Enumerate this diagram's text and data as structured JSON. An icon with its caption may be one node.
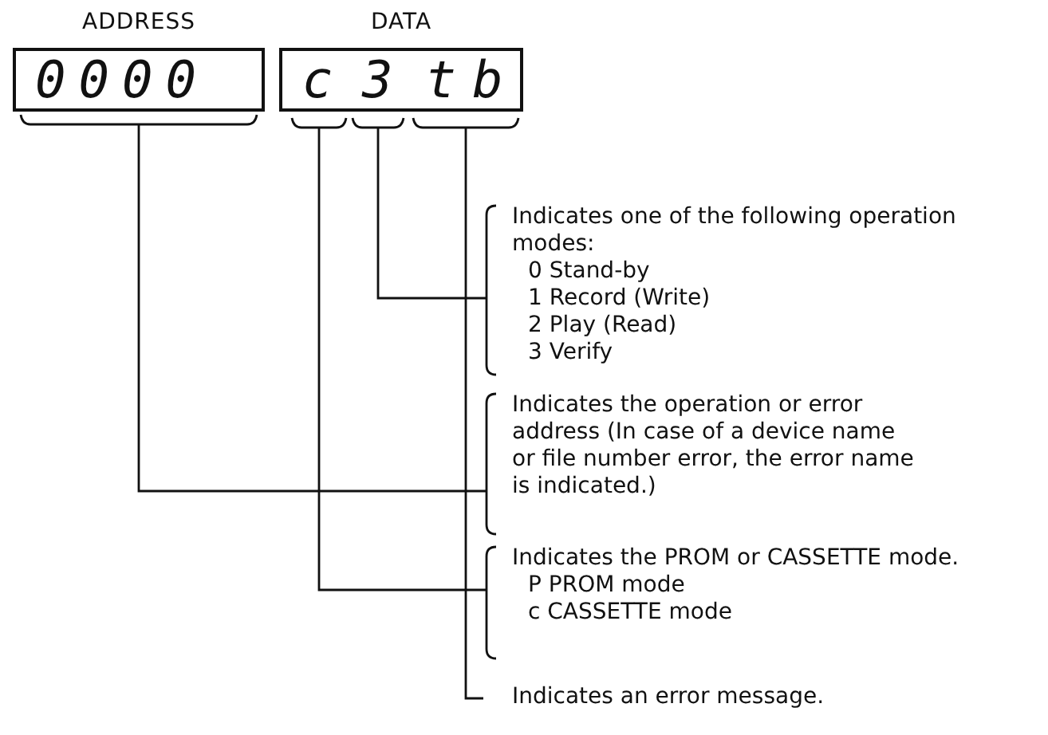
{
  "diagram": {
    "nodes": [
      {
        "text": [
          "ADDRESS",
          "0000"
        ]
      },
      {
        "text": [
          "DATA"
        ]
      },
      {
        "text": [
          "c"
        ],
        "in": 1
      },
      {
        "text": [
          "3"
        ],
        "in": 1
      },
      {
        "text": [
          "tb"
        ],
        "in": 1
      },
      {
        "text": [
          "Indicates one of the following operation modes:",
          "0 Stand-by",
          "1 Record (Write)",
          "2 Play (Read)",
          "3 Verify"
        ]
      },
      {
        "text": [
          "Indicates the operation or error address (In case of a device name or file number error, the error name is indicated.)"
        ]
      },
      {
        "text": [
          "Indicates the PROM or CASSETTE mode.",
          "P PROM mode",
          "c CASSETTE mode"
        ]
      },
      {
        "text": [
          "Indicates an error message."
        ]
      }
    ],
    "edges": [
      {
        "from": 3,
        "to": 5,
        "arrow": "none"
      },
      {
        "from": 0,
        "to": 6,
        "arrow": "none"
      },
      {
        "from": 2,
        "to": 7,
        "arrow": "none"
      },
      {
        "from": 4,
        "to": 8,
        "arrow": "none"
      }
    ]
  }
}
